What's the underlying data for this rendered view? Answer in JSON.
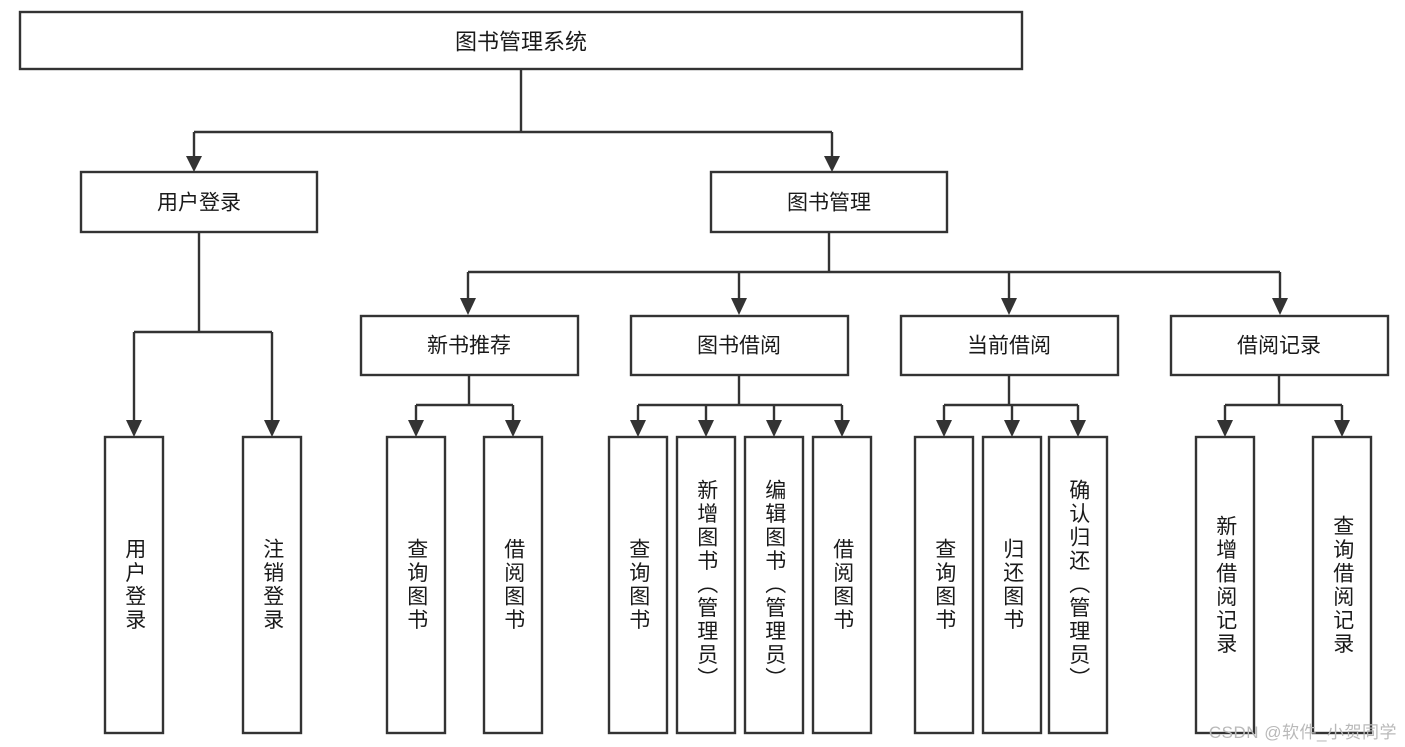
{
  "diagram": {
    "title": "图书管理系统",
    "type": "tree",
    "orientation": "top-down",
    "colors": {
      "box_stroke": "#333333",
      "box_fill": "#ffffff",
      "connector": "#333333",
      "text": "#1a1a1a",
      "background": "#ffffff",
      "watermark": "#b9b9b9"
    },
    "root": {
      "label": "图书管理系统"
    },
    "level2": [
      {
        "label": "用户登录"
      },
      {
        "label": "图书管理"
      }
    ],
    "level3": [
      {
        "label": "新书推荐"
      },
      {
        "label": "图书借阅"
      },
      {
        "label": "当前借阅"
      },
      {
        "label": "借阅记录"
      }
    ],
    "leaves": {
      "user_login": [
        {
          "label": "用户登录"
        },
        {
          "label": "注销登录"
        }
      ],
      "new_book_recommend": [
        {
          "label": "查询图书"
        },
        {
          "label": "借阅图书"
        }
      ],
      "book_borrow": [
        {
          "label": "查询图书"
        },
        {
          "label": "新增图书（管理员）"
        },
        {
          "label": "编辑图书（管理员）"
        },
        {
          "label": "借阅图书"
        }
      ],
      "current_borrow": [
        {
          "label": "查询图书"
        },
        {
          "label": "归还图书"
        },
        {
          "label": "确认归还（管理员）"
        }
      ],
      "borrow_record": [
        {
          "label": "新增借阅记录"
        },
        {
          "label": "查询借阅记录"
        }
      ]
    }
  },
  "watermark": {
    "text": "CSDN @软件_小贺同学"
  }
}
